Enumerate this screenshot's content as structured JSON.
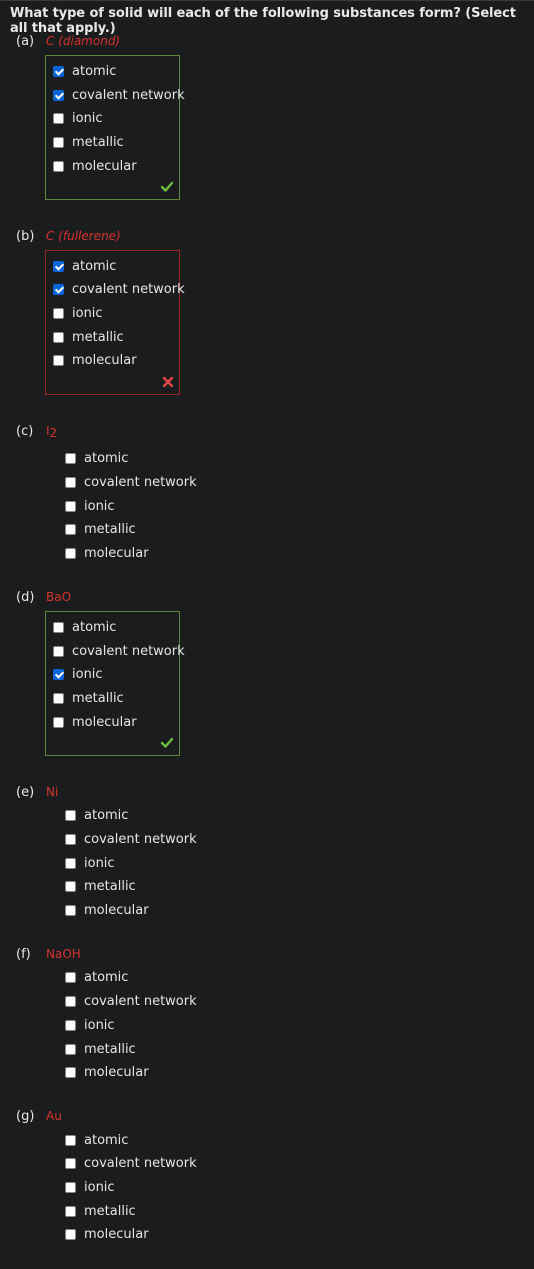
{
  "question": "What type of solid will each of the following substances form? (Select all that apply.)",
  "options": [
    "atomic",
    "covalent network",
    "ionic",
    "metallic",
    "molecular"
  ],
  "colors": {
    "correct": "#6cbf3f",
    "wrong": "#e84848",
    "formula": "#d6322d",
    "checked": "#0a66d8"
  },
  "parts": [
    {
      "letter": "(a)",
      "formula": "C (diamond)",
      "checked": [
        true,
        true,
        false,
        false,
        false
      ],
      "status": "correct",
      "status_icon": "check-icon"
    },
    {
      "letter": "(b)",
      "formula": "C (fullerene)",
      "checked": [
        true,
        true,
        false,
        false,
        false
      ],
      "status": "wrong",
      "status_icon": "x-icon"
    },
    {
      "letter": "(c)",
      "formula": "I",
      "formula_sub": "2",
      "checked": [
        false,
        false,
        false,
        false,
        false
      ],
      "status": "none"
    },
    {
      "letter": "(d)",
      "formula": "BaO",
      "checked": [
        false,
        false,
        true,
        false,
        false
      ],
      "status": "correct",
      "status_icon": "check-icon"
    },
    {
      "letter": "(e)",
      "formula": "Ni",
      "checked": [
        false,
        false,
        false,
        false,
        false
      ],
      "status": "none"
    },
    {
      "letter": "(f)",
      "formula": "NaOH",
      "checked": [
        false,
        false,
        false,
        false,
        false
      ],
      "status": "none"
    },
    {
      "letter": "(g)",
      "formula": "Au",
      "checked": [
        false,
        false,
        false,
        false,
        false
      ],
      "status": "none"
    }
  ]
}
